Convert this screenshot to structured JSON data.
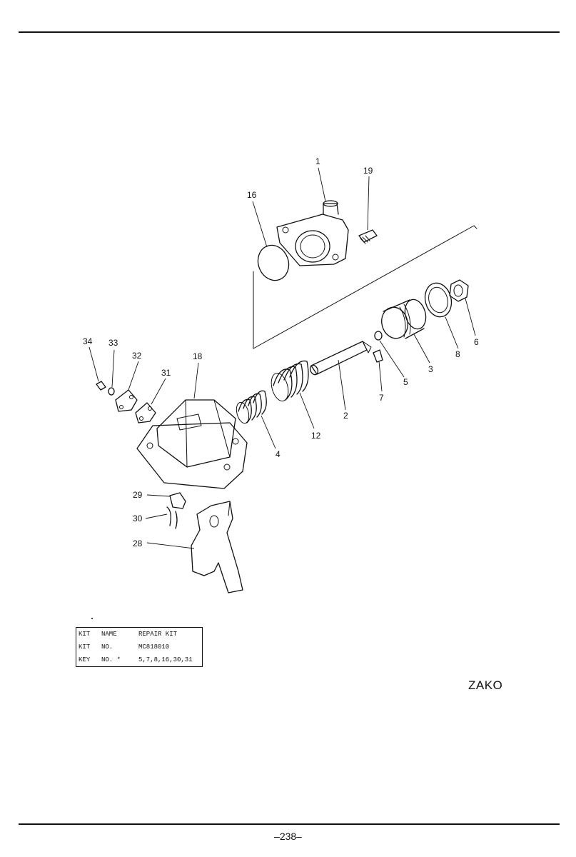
{
  "header": {
    "title_fragment": ""
  },
  "callouts": [
    {
      "id": "1",
      "label": "1"
    },
    {
      "id": "2",
      "label": "2"
    },
    {
      "id": "3",
      "label": "3"
    },
    {
      "id": "4",
      "label": "4"
    },
    {
      "id": "5",
      "label": "5"
    },
    {
      "id": "6",
      "label": "6"
    },
    {
      "id": "7",
      "label": "7"
    },
    {
      "id": "8",
      "label": "8"
    },
    {
      "id": "12",
      "label": "12"
    },
    {
      "id": "16",
      "label": "16"
    },
    {
      "id": "18",
      "label": "18"
    },
    {
      "id": "19",
      "label": "19"
    },
    {
      "id": "28",
      "label": "28"
    },
    {
      "id": "29",
      "label": "29"
    },
    {
      "id": "30",
      "label": "30"
    },
    {
      "id": "31",
      "label": "31"
    },
    {
      "id": "32",
      "label": "32"
    },
    {
      "id": "33",
      "label": "33"
    },
    {
      "id": "34",
      "label": "34"
    }
  ],
  "kit_table": {
    "rows": [
      {
        "a": "KIT",
        "b": "NAME",
        "c": "REPAIR KIT"
      },
      {
        "a": "KIT",
        "b": "NO.",
        "c": "MC818010"
      },
      {
        "a": "KEY",
        "b": "NO. *",
        "c": "5,7,8,16,30,31"
      }
    ]
  },
  "brand": "ZAKO",
  "page_number": "–238–"
}
